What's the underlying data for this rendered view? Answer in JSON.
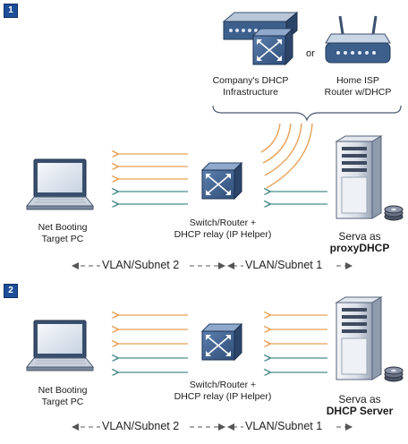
{
  "panels": [
    {
      "badge": "1",
      "or_text": "or",
      "dhcp_infra_label_1": "Company's DHCP",
      "dhcp_infra_label_2": "Infrastructure",
      "home_router_label_1": "Home ISP",
      "home_router_label_2": "Router w/DHCP",
      "target_label_1": "Net Booting",
      "target_label_2": "Target PC",
      "relay_label_1": "Switch/Router +",
      "relay_label_2": "DHCP relay (IP Helper)",
      "serva_label_1": "Serva as",
      "serva_label_2": "proxyDHCP",
      "vlan2": "VLAN/Subnet 2",
      "vlan1": "VLAN/Subnet 1"
    },
    {
      "badge": "2",
      "target_label_1": "Net Booting",
      "target_label_2": "Target PC",
      "relay_label_1": "Switch/Router +",
      "relay_label_2": "DHCP relay (IP Helper)",
      "serva_label_1": "Serva as",
      "serva_label_2": "DHCP Server",
      "vlan2": "VLAN/Subnet 2",
      "vlan1": "VLAN/Subnet 1"
    }
  ],
  "colors": {
    "orange_arrow": "#e8a056",
    "teal_arrow": "#4a8c8c",
    "badge": "#1f4e99",
    "device_blue": "#3d5f8c",
    "device_light": "#c9d6e6"
  },
  "icons": [
    "laptop-icon",
    "switch-router-icon",
    "server-icon",
    "dhcp-appliance-icon",
    "home-router-icon"
  ]
}
